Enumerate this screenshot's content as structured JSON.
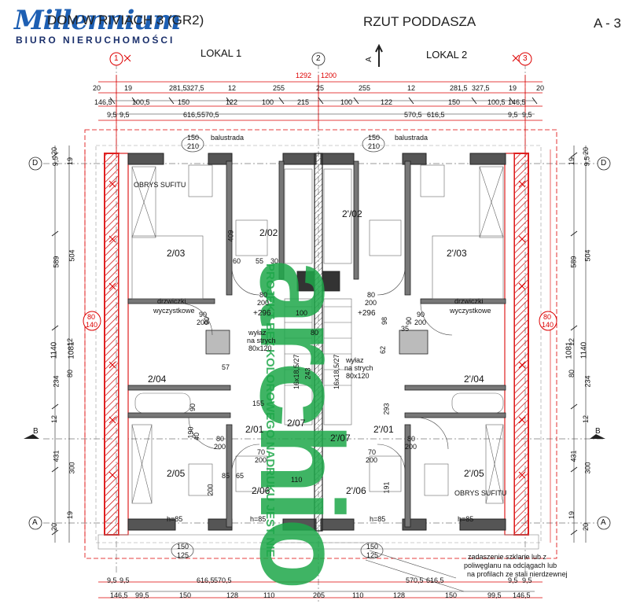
{
  "header": {
    "logo_brand": "Millennium",
    "logo_sub": "BIURO NIERUCHOMOŚCI",
    "project_title": "DOM W RIVIACH 3 (GR2)",
    "plan_title": "RZUT PODDASZA",
    "sheet": "A - 3"
  },
  "lokals": {
    "left": "LOKAL 1",
    "right": "LOKAL 2"
  },
  "axes": {
    "col1": "1",
    "col2": "2",
    "col3": "3",
    "rowA": "A",
    "rowD": "D",
    "rowB": "B"
  },
  "top_dims": {
    "overall": "1292",
    "inner": "1200",
    "row2": [
      "20",
      "19",
      "281,5",
      "327,5",
      "12",
      "255",
      "25",
      "255",
      "12",
      "281,5",
      "327,5",
      "19",
      "20"
    ],
    "row3": [
      "146,5",
      "100,5",
      "150",
      "122",
      "100",
      "215",
      "100",
      "122",
      "150",
      "100,5",
      "146,5"
    ],
    "row4": [
      "9,5",
      "9,5",
      "616,5",
      "570,5",
      "570,5",
      "616,5",
      "9,5",
      "9,5"
    ]
  },
  "bottom_dims": {
    "row1": [
      "9,5",
      "9,5",
      "616,5",
      "570,5",
      "570,5",
      "616,5",
      "9,5",
      "9,5"
    ],
    "row2": [
      "146,5",
      "99,5",
      "150",
      "128",
      "110",
      "205",
      "110",
      "128",
      "150",
      "99,5",
      "146,5"
    ]
  },
  "side_dims": {
    "left_outer": "1140",
    "left_inner": "1081",
    "left_parts": [
      "20",
      "19",
      "9,5",
      "504",
      "589",
      "12",
      "234",
      "80",
      "12",
      "300",
      "431",
      "19",
      "20"
    ],
    "right_outer": "1140",
    "right_inner": "1081",
    "right_parts": [
      "20",
      "19",
      "9,5",
      "589",
      "504",
      "12",
      "234",
      "80",
      "12",
      "431",
      "300",
      "19",
      "20"
    ]
  },
  "rooms": {
    "r203": "2/03",
    "r202": "2/02",
    "r204": "2/04",
    "r201": "2/01",
    "r205": "2/05",
    "r206": "2/06",
    "r207": "2/07",
    "p202": "2'/02",
    "p203": "2'/03",
    "p204": "2'/04",
    "p201": "2'/01",
    "p205": "2'/05",
    "p206": "2'/06",
    "p207": "2'/07"
  },
  "labels": {
    "obrys_sufitu": "OBRYS SUFITU",
    "balustrada": "balustrada",
    "drzwiczki": "drzwiczki",
    "wyczystkowe": "wyczystkowe",
    "wylaz": "wyłaz",
    "na_strych": "na strych",
    "wylaz_size": "80x120",
    "level": "+296",
    "stairs": "16x18,5/27",
    "h85": "h=85",
    "canopy": [
      "zadaszenie szklane lub z",
      "poliwęglanu na odciągach lub",
      "na profilach ze stali nierdzewnej"
    ]
  },
  "openings": {
    "w150_210": [
      "150",
      "210"
    ],
    "w150_125": [
      "150",
      "125"
    ],
    "w80_140": [
      "80",
      "140"
    ],
    "d80_200": [
      "80",
      "200"
    ],
    "d90_200": [
      "90",
      "200"
    ],
    "d70_200": [
      "70",
      "200"
    ]
  },
  "inner_dims": [
    "409",
    "60",
    "90",
    "55",
    "30",
    "90",
    "155",
    "243",
    "293",
    "110",
    "65",
    "85",
    "200",
    "191",
    "98",
    "62",
    "35",
    "57",
    "100",
    "80",
    "90",
    "40",
    "190"
  ],
  "watermark": {
    "vertical_text": "PROJEKT BEZ KOLOROWEGO NADRUKU JEST NIE",
    "big_text": "archio"
  },
  "colors": {
    "wall_red": "#e02020",
    "line_red": "#d00000",
    "watermark_green": "#1ea84a",
    "logo_blue": "#1d5fb3"
  }
}
